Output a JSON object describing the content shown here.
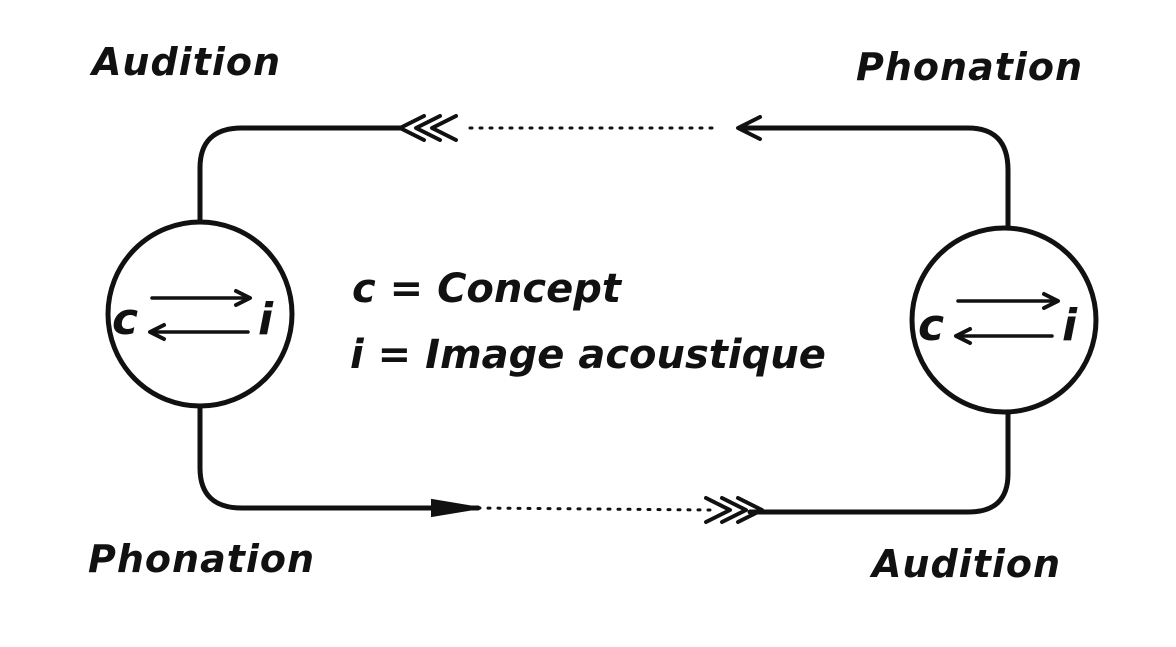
{
  "labels": {
    "top_left": "Audition",
    "top_right": "Phonation",
    "bottom_left": "Phonation",
    "bottom_right": "Audition"
  },
  "left_person": {
    "c": "c",
    "i": "i"
  },
  "right_person": {
    "c": "c",
    "i": "i"
  },
  "legend": {
    "c_line": "c = Concept",
    "i_line": "i = Image acoustique"
  },
  "colors": {
    "ink": "#111111",
    "background": "#ffffff"
  }
}
